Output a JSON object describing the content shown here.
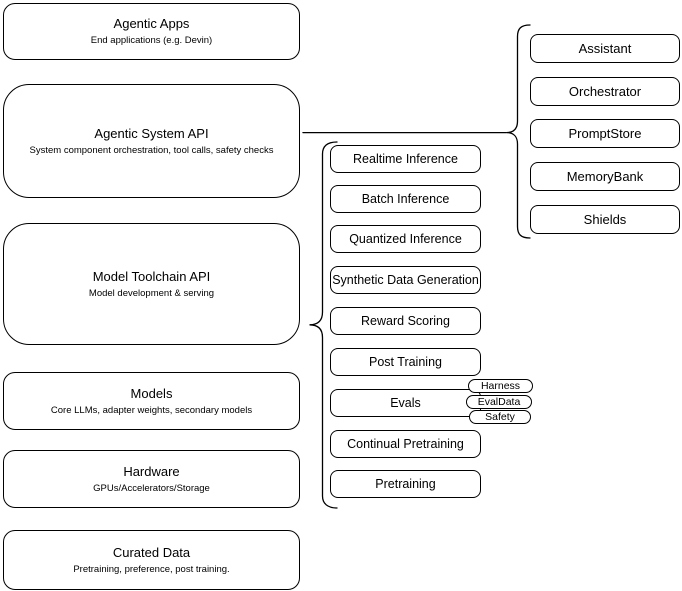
{
  "diagram": {
    "left_stack": [
      {
        "title": "Agentic Apps",
        "subtitle": "End applications (e.g. Devin)"
      },
      {
        "title": "Agentic System API",
        "subtitle": "System component orchestration, tool calls, safety checks"
      },
      {
        "title": "Model Toolchain API",
        "subtitle": "Model development & serving"
      },
      {
        "title": "Models",
        "subtitle": "Core LLMs, adapter weights, secondary models"
      },
      {
        "title": "Hardware",
        "subtitle": "GPUs/Accelerators/Storage"
      },
      {
        "title": "Curated Data",
        "subtitle": "Pretraining, preference, post training."
      }
    ],
    "toolchain_items": [
      "Realtime Inference",
      "Batch Inference",
      "Quantized Inference",
      "Synthetic Data Generation",
      "Reward Scoring",
      "Post Training",
      "Evals",
      "Continual Pretraining",
      "Pretraining"
    ],
    "evals_tags": [
      "Harness",
      "EvalData",
      "Safety"
    ],
    "system_components": [
      "Assistant",
      "Orchestrator",
      "PromptStore",
      "MemoryBank",
      "Shields"
    ],
    "colors": {
      "bg": "#ffffff",
      "box_fill": "#ffffff",
      "stroke": "#000000",
      "text": "#000000"
    }
  }
}
